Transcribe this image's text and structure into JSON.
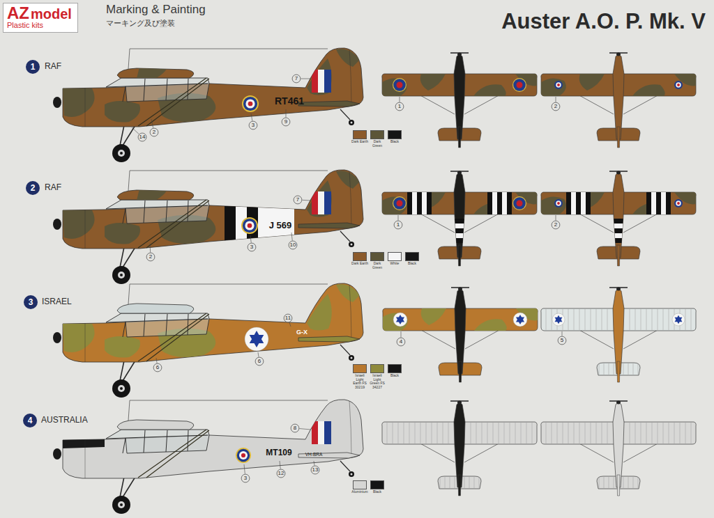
{
  "diagram": {
    "title": "Auster A.O. P. Mk. V",
    "nodes": [
      {
        "text": [
          "AZ",
          "model",
          "Plastic kits"
        ]
      },
      {
        "text": [
          "1"
        ]
      },
      {
        "text": [
          "2"
        ]
      },
      {
        "text": [
          "3"
        ]
      },
      {
        "text": [
          "4"
        ]
      }
    ],
    "labels": [
      "Marking & Painting",
      "マーキング及び塗装",
      "RAF",
      "RAF",
      "ISRAEL",
      "AUSTRALIA",
      "RT461",
      "7",
      "14",
      "2",
      "3",
      "9",
      "1",
      "2",
      "J 569",
      "7",
      "2",
      "3",
      "10",
      "1",
      "2",
      "G-X",
      "11",
      "6",
      "6",
      "4",
      "5",
      "MT109",
      "VH-BRA",
      "8",
      "3",
      "12",
      "13"
    ],
    "legend": [
      {
        "text": "Dark Earth",
        "color": "#8b5a2b"
      },
      {
        "text": "Dark Green",
        "color": "#5c5538"
      },
      {
        "text": "Black",
        "color": "#151515"
      },
      {
        "text": "Dark Earth",
        "color": "#8b5a2b"
      },
      {
        "text": "Dark Green",
        "color": "#5c5538"
      },
      {
        "text": "White",
        "color": "#f5f5f5"
      },
      {
        "text": "Black",
        "color": "#151515"
      },
      {
        "text": "Israeli Light Earth FS 30219",
        "color": "#b8782e"
      },
      {
        "text": "Israeli Light Green FS 34227",
        "color": "#8f8a3c"
      },
      {
        "text": "Black",
        "color": "#151515"
      },
      {
        "text": "Aluminium",
        "color": "#d6d6d4"
      },
      {
        "text": "Black",
        "color": "#151515"
      }
    ]
  }
}
